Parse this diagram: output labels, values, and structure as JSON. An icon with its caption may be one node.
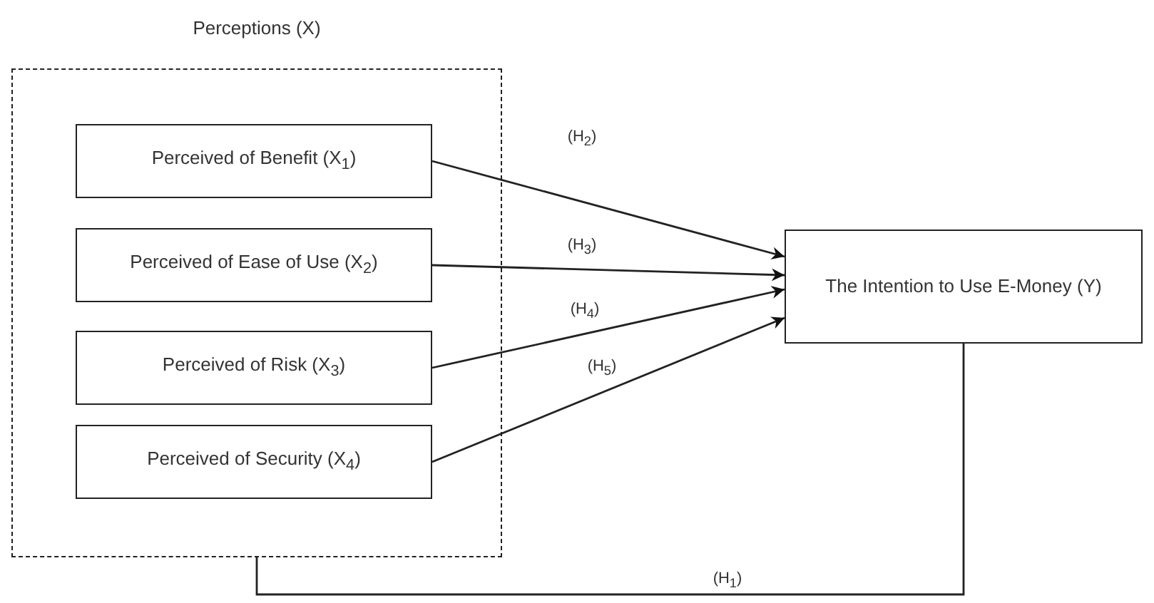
{
  "diagram": {
    "nodes": [
      {
        "text": [
          "Perceptions (X)"
        ]
      },
      {
        "text": [
          "Perceived of Benefit (X$_{1}$)"
        ],
        "in": 0
      },
      {
        "text": [
          "Perceived of Ease of Use (X$_{2}$)"
        ],
        "in": 0
      },
      {
        "text": [
          "Perceived of Risk (X$_{3}$)"
        ],
        "in": 0
      },
      {
        "text": [
          "Perceived of Security (X$_{4}$)"
        ],
        "in": 0
      },
      {
        "text": [
          "The Intention to Use E-Money (Y)"
        ]
      }
    ],
    "edges": [
      {
        "from": 1,
        "to": 5,
        "arrow": "to",
        "label": "(H$_{2}$)"
      },
      {
        "from": 2,
        "to": 5,
        "arrow": "to",
        "label": "(H$_{3}$)"
      },
      {
        "from": 3,
        "to": 5,
        "arrow": "to",
        "label": "(H$_{4}$)"
      },
      {
        "from": 4,
        "to": 5,
        "arrow": "to",
        "label": "(H$_{5}$)"
      },
      {
        "from": 0,
        "to": 5,
        "arrow": "none",
        "label": "(H$_{1}$)"
      }
    ]
  }
}
